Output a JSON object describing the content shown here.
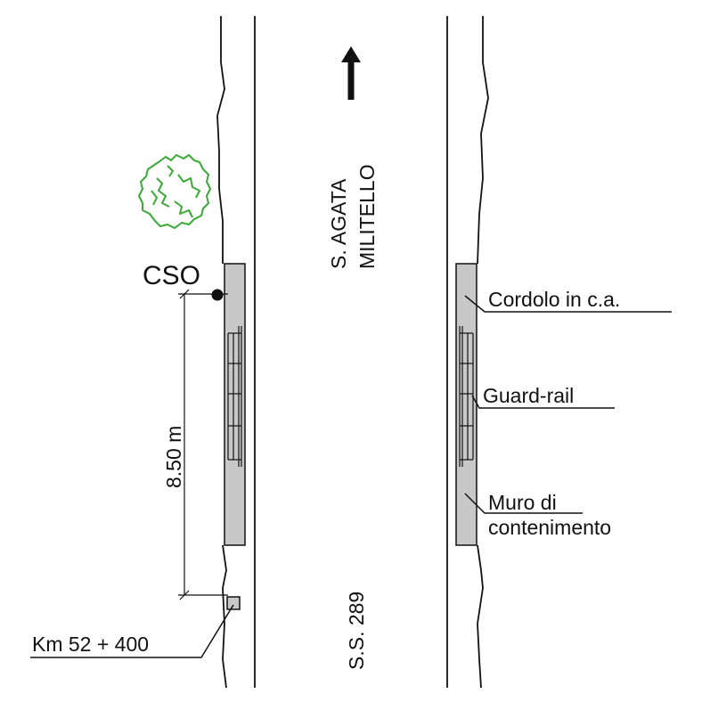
{
  "labels": {
    "direction_line1": "S. AGATA",
    "direction_line2": "MILITELLO",
    "road_name": "S.S. 289",
    "cso": "CSO",
    "distance": "8.50 m",
    "km_marker": "Km 52 + 400",
    "curb": "Cordolo in c.a.",
    "guard_rail": "Guard-rail",
    "wall_line1": "Muro di",
    "wall_line2": "contenimento"
  },
  "icons": {
    "direction_arrow": "arrow-up-icon",
    "tree": "tree-icon",
    "point": "filled-circle-icon",
    "marker": "square-marker-icon"
  },
  "colors": {
    "lines": "#111111",
    "wall_fill": "#c8c8c8",
    "tree": "#3aa935"
  }
}
